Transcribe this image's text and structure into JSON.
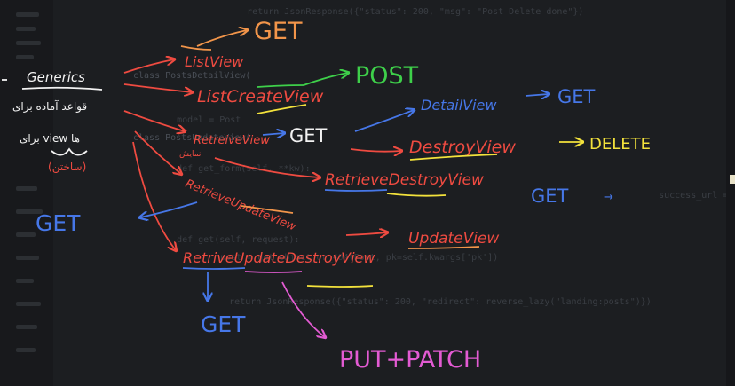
{
  "colors": {
    "red": "#ef4b41",
    "orange": "#f2954a",
    "green": "#3ed04a",
    "blue": "#4677e8",
    "yellow": "#f3e23c",
    "magenta": "#e35bd3",
    "white": "#f2f2f2",
    "background": "#1c1e21"
  },
  "background_code": {
    "line1": "        return JsonResponse({\"status\": 200, \"msg\": \"Post Delete done\"})",
    "line2": "class PostsDetailView(",
    "line3": "    model = Post",
    "line4": "class PostsUpdateView(",
    "line5": "    def get_form(self, **kw):",
    "line6": "    def get(self, request):",
    "line7": "        post = get_object_or_404(Post, pk=self.kwargs['pk'])",
    "line8": "        return JsonResponse({\"status\": 200, \"redirect\": reverse_lazy(\"landing:posts\")})",
    "line9": "    success_url = 'lf.base_cont"
  },
  "left_notes": {
    "generics": "Generics",
    "persian_rules": "قواعد آماده برای",
    "for_view": "برای view ها",
    "making": "(ساختن)"
  },
  "views": {
    "list_view": "ListView",
    "list_create_view": "ListCreateView",
    "retrieve_view": "RetreiveView",
    "retrieve_view_note": "نمایش",
    "retrieve_update_view": "RetrieveUpdateView",
    "retrieve_update_destroy_view": "RetriveUpdateDestroyView",
    "detail_view": "DetailView",
    "destroy_view": "DestroyView",
    "retrieve_destroy_view": "RetrieveDestroyView",
    "update_view": "UpdateView"
  },
  "methods": {
    "get_top": "GET",
    "post": "POST",
    "get_detail": "GET",
    "get_middle": "GET",
    "delete": "DELETE",
    "get_retrieve_destroy": "GET",
    "arrow_after": "→",
    "get_left": "GET",
    "get_bottom": "GET",
    "put_patch": "PUT+PATCH"
  }
}
